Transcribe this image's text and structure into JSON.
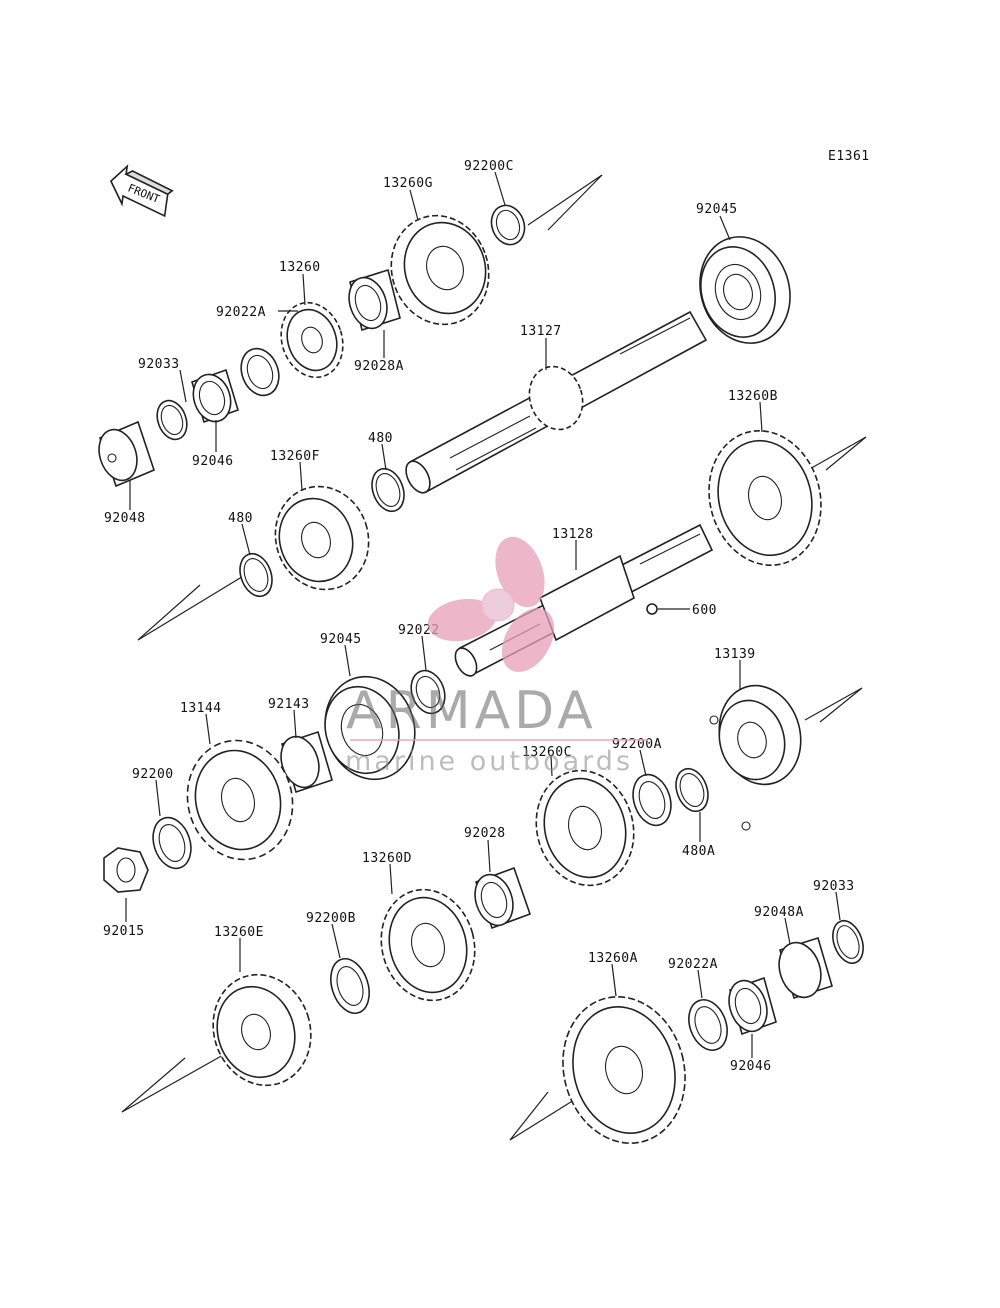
{
  "diagram_id": "E1361",
  "front_label": "FRONT",
  "watermark": {
    "brand": "ARMADA",
    "tagline": "marine outboards",
    "logo_color": "#e7a0b8"
  },
  "parts": [
    {
      "id": "p-92200C",
      "label": "92200C"
    },
    {
      "id": "p-13260G",
      "label": "13260G"
    },
    {
      "id": "p-92045-top",
      "label": "92045"
    },
    {
      "id": "p-13260",
      "label": "13260"
    },
    {
      "id": "p-92022A-top",
      "label": "92022A"
    },
    {
      "id": "p-92028A",
      "label": "92028A"
    },
    {
      "id": "p-13127",
      "label": "13127"
    },
    {
      "id": "p-92033-left",
      "label": "92033"
    },
    {
      "id": "p-92046-left",
      "label": "92046"
    },
    {
      "id": "p-92048",
      "label": "92048"
    },
    {
      "id": "p-13260B",
      "label": "13260B"
    },
    {
      "id": "p-480-top",
      "label": "480"
    },
    {
      "id": "p-13260F",
      "label": "13260F"
    },
    {
      "id": "p-480-left",
      "label": "480"
    },
    {
      "id": "p-13128",
      "label": "13128"
    },
    {
      "id": "p-600",
      "label": "600"
    },
    {
      "id": "p-92045-mid",
      "label": "92045"
    },
    {
      "id": "p-92022",
      "label": "92022"
    },
    {
      "id": "p-13139",
      "label": "13139"
    },
    {
      "id": "p-13144",
      "label": "13144"
    },
    {
      "id": "p-92143",
      "label": "92143"
    },
    {
      "id": "p-13260C",
      "label": "13260C"
    },
    {
      "id": "p-92200A",
      "label": "92200A"
    },
    {
      "id": "p-92200",
      "label": "92200"
    },
    {
      "id": "p-480A",
      "label": "480A"
    },
    {
      "id": "p-92028",
      "label": "92028"
    },
    {
      "id": "p-92015",
      "label": "92015"
    },
    {
      "id": "p-13260D",
      "label": "13260D"
    },
    {
      "id": "p-92033-right",
      "label": "92033"
    },
    {
      "id": "p-92048A",
      "label": "92048A"
    },
    {
      "id": "p-13260E",
      "label": "13260E"
    },
    {
      "id": "p-92200B",
      "label": "92200B"
    },
    {
      "id": "p-13260A",
      "label": "13260A"
    },
    {
      "id": "p-92022A-bottom",
      "label": "92022A"
    },
    {
      "id": "p-92046-right",
      "label": "92046"
    }
  ]
}
